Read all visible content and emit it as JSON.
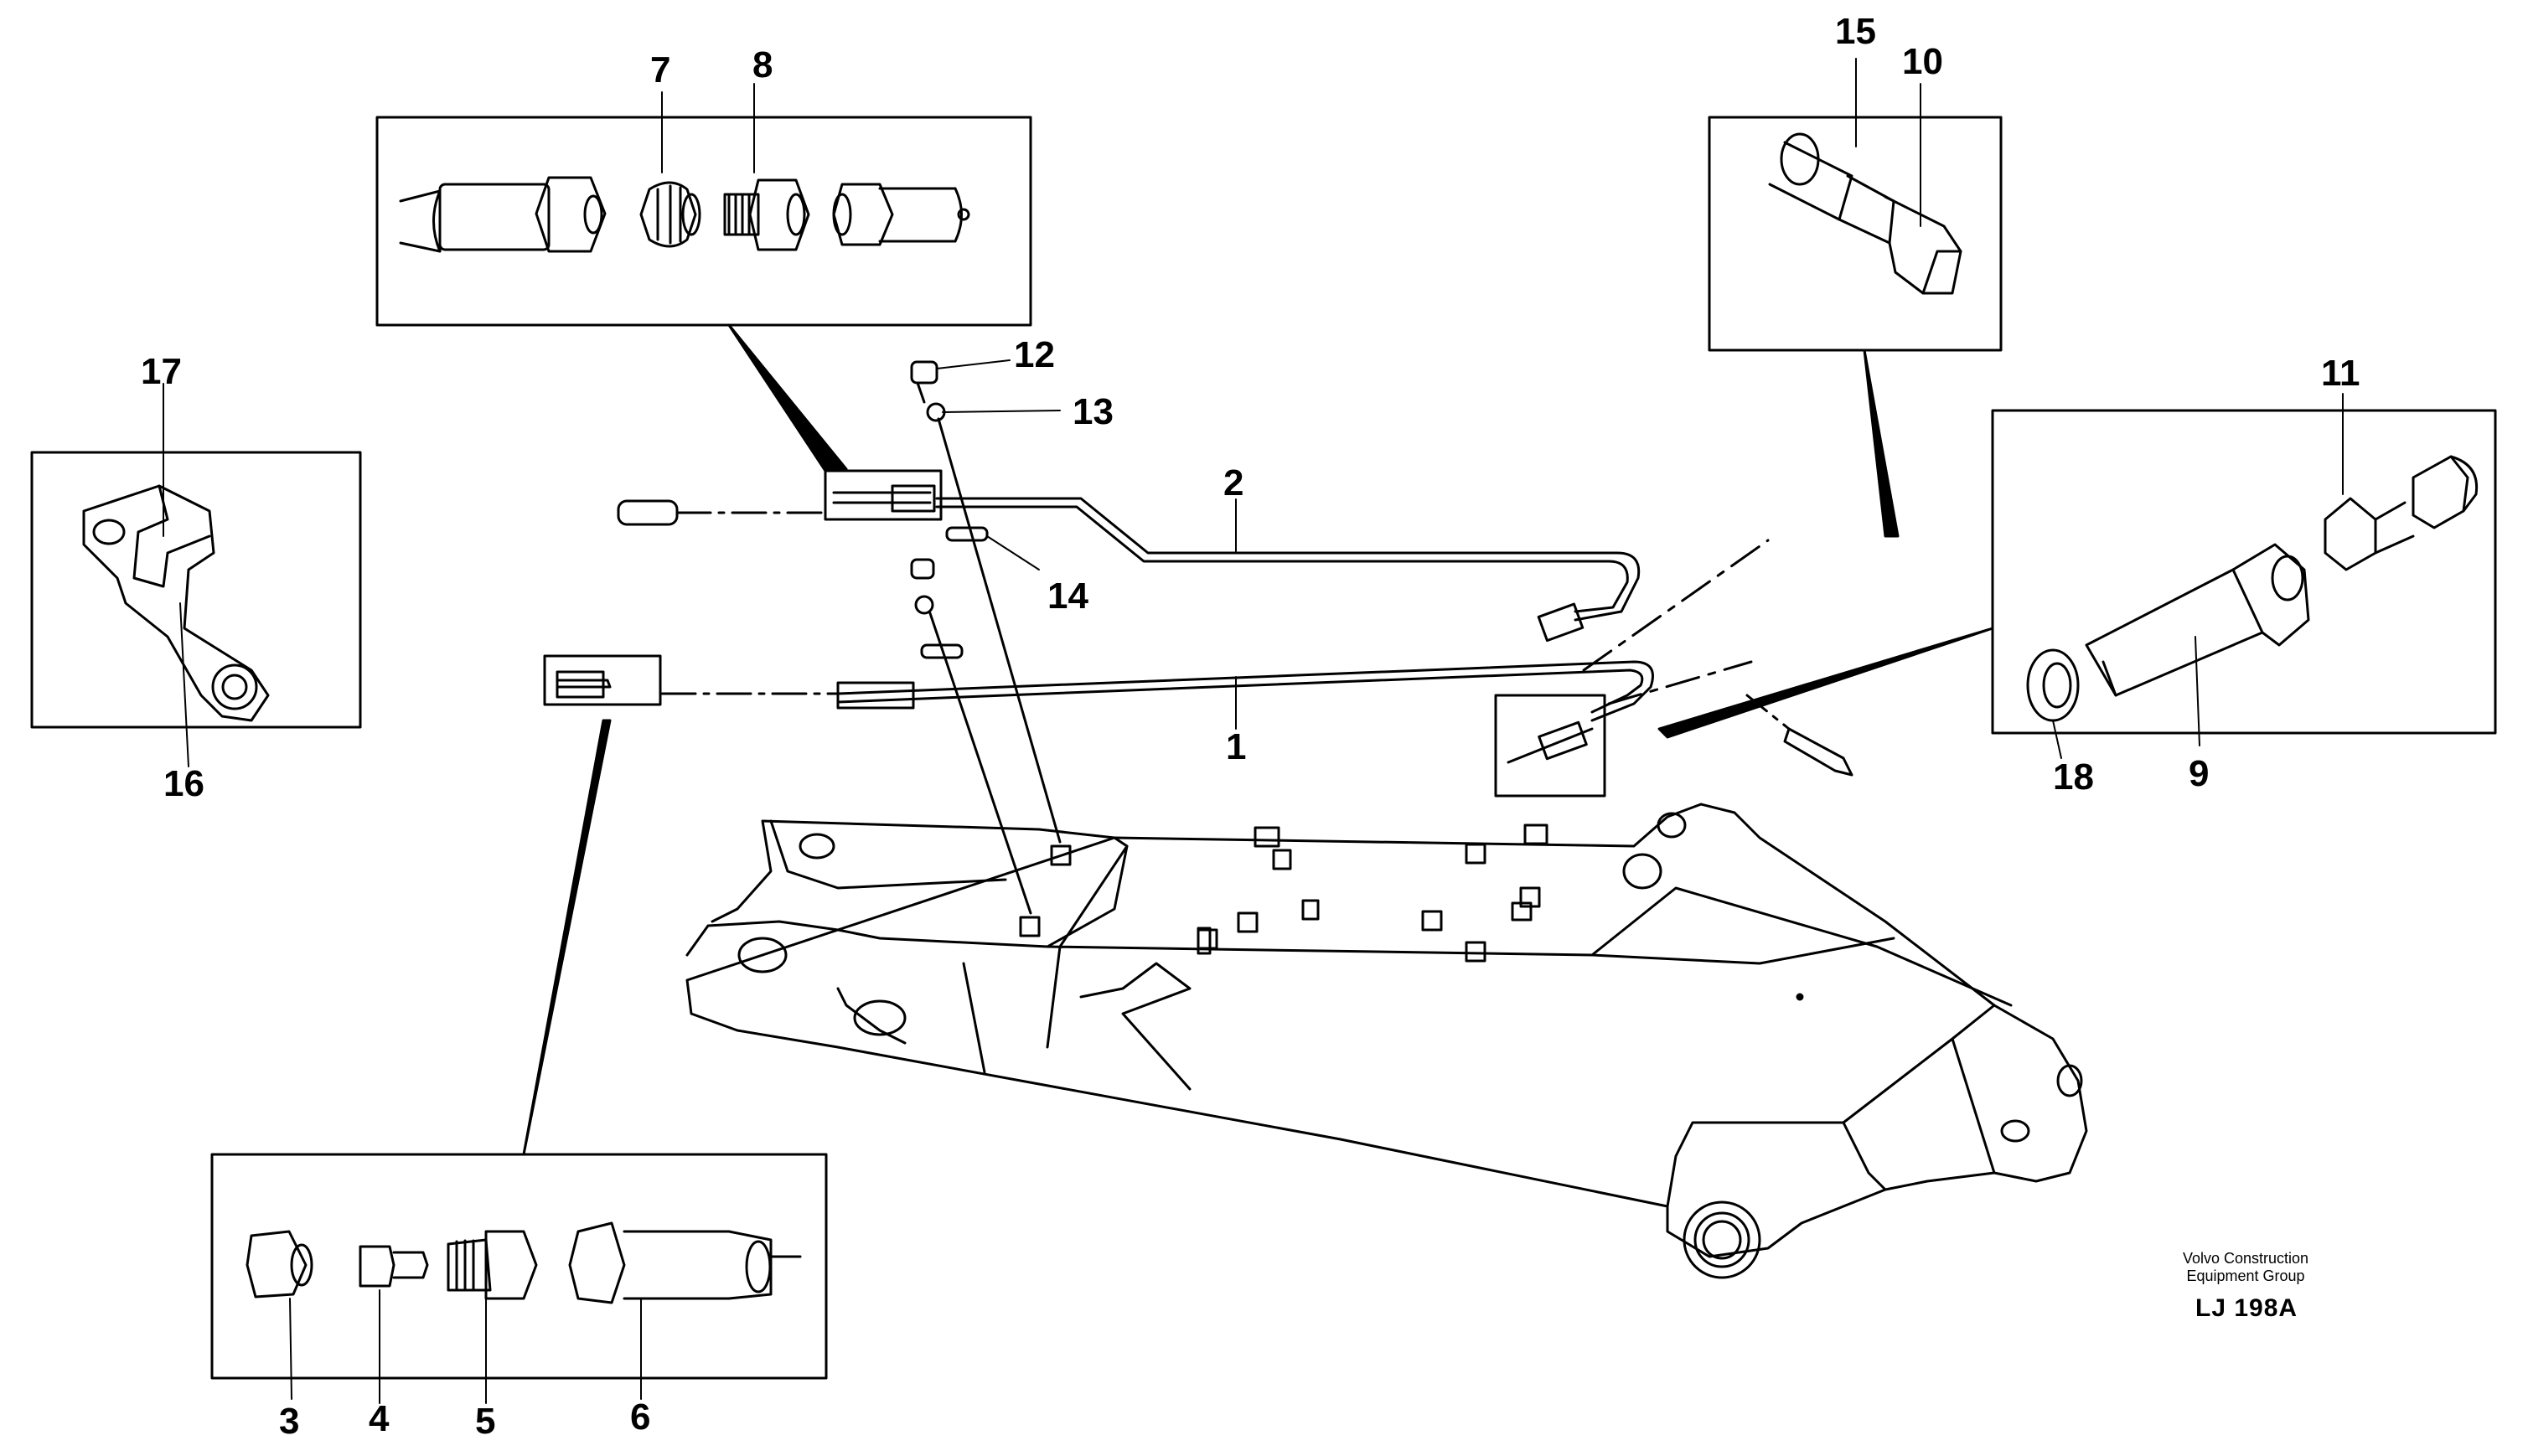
{
  "labels": {
    "p1": "1",
    "p2": "2",
    "p3": "3",
    "p4": "4",
    "p5": "5",
    "p6": "6",
    "p7": "7",
    "p8": "8",
    "p9": "9",
    "p10": "10",
    "p11": "11",
    "p12": "12",
    "p13": "13",
    "p14": "14",
    "p15": "15",
    "p16": "16",
    "p17": "17",
    "p18": "18"
  },
  "credit": {
    "line1": "Volvo Construction",
    "line2": "Equipment Group",
    "code": "LJ 198A"
  }
}
